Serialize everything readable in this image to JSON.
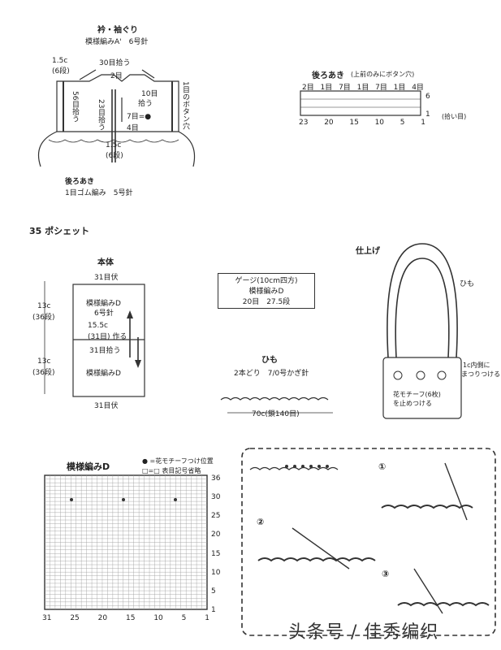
{
  "neckline": {
    "title": "衿・袖ぐり",
    "subtitle": "模様編みA'　6号針",
    "pick30": "30目拾う",
    "left_size": "1.5c",
    "left_rows": "(6段)",
    "two": "2目",
    "ten": "10目",
    "ten_pick": "拾う",
    "pick56": "56目拾う",
    "pick23": "23目拾う",
    "seven": "7目=●",
    "four": "4目",
    "button": "1目のボタン穴",
    "bottom_size": "1.5c",
    "bottom_rows": "(6段)",
    "back_label": "後ろあき",
    "back_rib": "1目ゴム編み　5号針"
  },
  "back_opening": {
    "title": "後ろあき",
    "note": "(上前のみにボタン穴)",
    "top_labels": [
      "2目",
      "1目",
      "7目",
      "1目",
      "7目",
      "1目",
      "4目"
    ],
    "bottom_nums": [
      "23",
      "20",
      "15",
      "10",
      "5",
      "1"
    ],
    "right_six": "6",
    "right_one": "1",
    "pick_note": "(拾い目)"
  },
  "pochette_title": "35 ポシェット",
  "body": {
    "title": "本体",
    "top": "31目伏",
    "pattern1": "模様編みD",
    "needle": "6号針",
    "make": "15.5c",
    "make2": "(31目) 作る",
    "pick31": "31目拾う",
    "pattern2": "模様編みD",
    "bottom": "31目伏",
    "h1": "13c",
    "h1r": "(36段)",
    "h2": "13c",
    "h2r": "(36段)"
  },
  "gauge": {
    "line1": "ゲージ(10cm四方)",
    "line2": "模様編みD",
    "line3": "20目　27.5段"
  },
  "cord": {
    "title": "ひも",
    "spec": "2本どり　7/0号かぎ針",
    "length": "70c(鎖140目)"
  },
  "finish": {
    "title": "仕上げ",
    "cord_label": "ひも",
    "attach1": "1c内側に",
    "attach2": "まつりつける",
    "motif1": "花モチーフ(6枚)",
    "motif2": "を止めつける"
  },
  "chart": {
    "title": "模様編みD",
    "legend1": "● =花モチーフつけ位置",
    "legend2": "□=□ 表目記号省略",
    "col_labels": [
      "31",
      "25",
      "20",
      "15",
      "10",
      "5",
      "1"
    ],
    "row_labels": [
      "36",
      "30",
      "25",
      "20",
      "15",
      "10",
      "5",
      "1"
    ]
  },
  "steps": [
    "①",
    "②",
    "③"
  ],
  "watermark": "头条号 / 佳秀编织"
}
